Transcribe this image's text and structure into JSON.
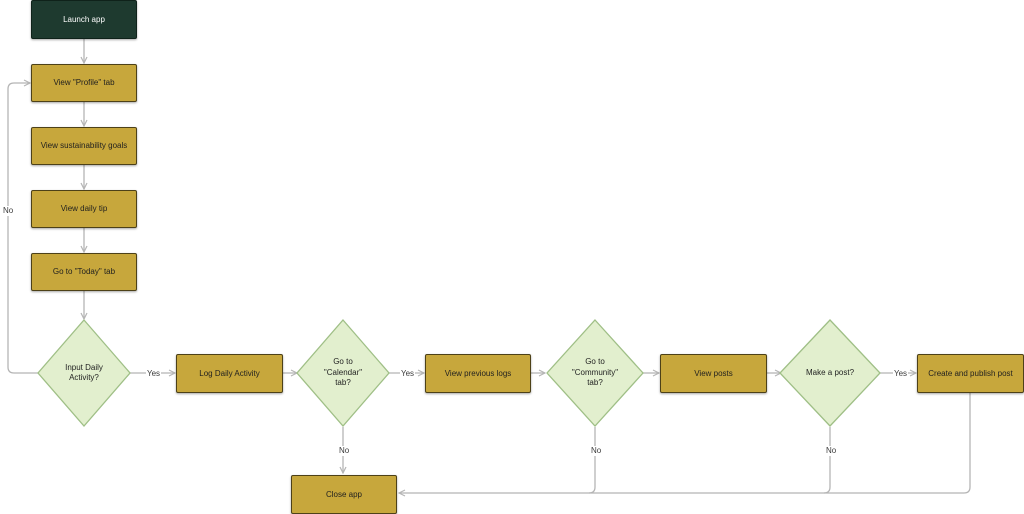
{
  "colors": {
    "start_fill": "#1e3a2f",
    "process_fill": "#c7a73c",
    "decision_fill": "#e2efce",
    "decision_stroke": "#9fbf86",
    "edge": "#b5b5b5"
  },
  "nodes": {
    "launch": "Launch app",
    "profile": "View \"Profile\" tab",
    "goals": "View sustainability goals",
    "tip": "View daily tip",
    "today": "Go to \"Today\" tab",
    "input_daily_line1": "Input Daily",
    "input_daily_line2": "Activity?",
    "log_daily": "Log Daily Activity",
    "calendar_line1": "Go to",
    "calendar_line2": "\"Calendar\"",
    "calendar_line3": "tab?",
    "previous_logs": "View previous logs",
    "community_line1": "Go to",
    "community_line2": "\"Community\"",
    "community_line3": "tab?",
    "view_posts": "View posts",
    "make_post": "Make a post?",
    "create_post": "Create and publish post",
    "close": "Close app"
  },
  "edge_labels": {
    "input_no": "No",
    "input_yes": "Yes",
    "calendar_yes": "Yes",
    "calendar_no": "No",
    "community_no": "No",
    "makepost_yes": "Yes",
    "makepost_no": "No"
  }
}
